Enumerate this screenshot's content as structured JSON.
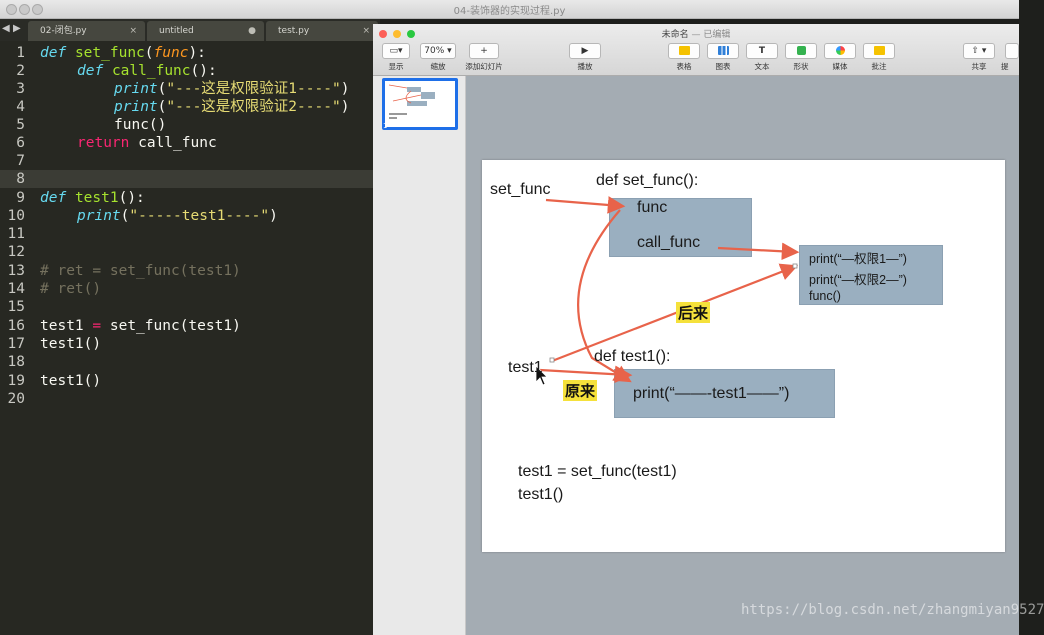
{
  "window": {
    "title": "04-装饰器的实现过程.py"
  },
  "tabs": [
    {
      "label": "02-闭包.py",
      "close": "×"
    },
    {
      "label": "untitled",
      "close": "●"
    },
    {
      "label": "test.py",
      "close": "×"
    }
  ],
  "tab_nav": {
    "back": "◀",
    "forward": "▶"
  },
  "editor": {
    "line_numbers": [
      "1",
      "2",
      "3",
      "4",
      "5",
      "6",
      "7",
      "8",
      "9",
      "10",
      "11",
      "12",
      "13",
      "14",
      "15",
      "16",
      "17",
      "18",
      "19",
      "20"
    ],
    "highlighted_line": "8",
    "code": {
      "l1": {
        "kw": "def",
        "name": "set_func",
        "open": "(",
        "param": "func",
        "close": "):"
      },
      "l2": {
        "kw": "def",
        "name": "call_func",
        "rest": "():"
      },
      "l3": {
        "fn": "print",
        "open": "(",
        "str": "\"---这是权限验证1----\"",
        "close": ")"
      },
      "l4": {
        "fn": "print",
        "open": "(",
        "str": "\"---这是权限验证2----\"",
        "close": ")"
      },
      "l5": {
        "text": "func()"
      },
      "l6": {
        "kw": "return",
        "text": " call_func"
      },
      "l9": {
        "kw": "def",
        "name": "test1",
        "rest": "():"
      },
      "l10": {
        "fn": "print",
        "open": "(",
        "str": "\"-----test1----\"",
        "close": ")"
      },
      "l13": {
        "comment": "# ret = set_func(test1)"
      },
      "l14": {
        "comment": "# ret()"
      },
      "l16": {
        "left": "test1 ",
        "op": "=",
        "right": " set_func(test1)"
      },
      "l17": {
        "text": "test1()"
      },
      "l19": {
        "text": "test1()"
      }
    }
  },
  "keynote": {
    "title": "未命名",
    "subtitle": "— 已编辑",
    "toolbar": {
      "view_label": "显示",
      "zoom_value": "70%",
      "zoom_label": "缩放",
      "add_slide_symbol": "+",
      "add_slide_label": "添加幻灯片",
      "play_symbol": "▶",
      "play_label": "播放",
      "table_label": "表格",
      "chart_label": "图表",
      "text_symbol": "T",
      "text_label": "文本",
      "shape_label": "形状",
      "media_label": "媒体",
      "comment_label": "批注",
      "share_label": "共享",
      "tips_label": "提",
      "colors": {
        "table": "#f5c200",
        "chart": "#2f7fd8",
        "shape": "#34b24f",
        "comment": "#f5c200"
      }
    },
    "thumbnail_number": "1",
    "slide": {
      "set_func_label": "set_func",
      "def_set_func": "def set_func():",
      "func": "func",
      "call_func": "call_func",
      "print1": "print(“—权限1—”)",
      "print2": "print(“—权限2—”)",
      "func_call": "func()",
      "after_badge": "后来",
      "test1_label": "test1",
      "def_test1": "def test1():",
      "before_badge": "原来",
      "print_test1": "print(“——-test1——”)",
      "assign": "test1 = set_func(test1)",
      "call": "test1()",
      "arrow_color": "#e8634a",
      "box_color": "#9aafc0",
      "badge_color": "#f5e13b"
    }
  },
  "watermark": "https://blog.csdn.net/zhangmiyan9527"
}
